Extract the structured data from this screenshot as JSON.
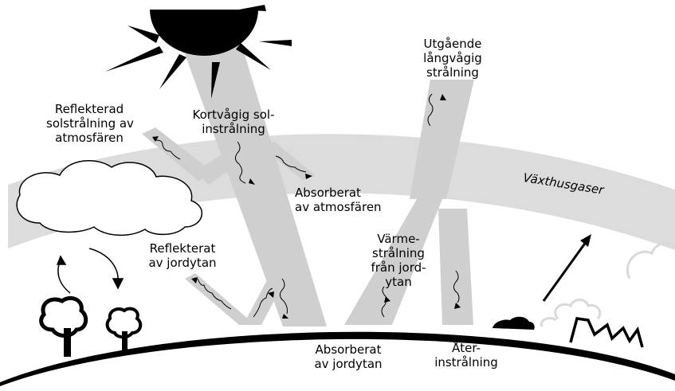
{
  "labels": {
    "reflected_atmosphere": [
      "Reflekterad",
      "solstrålning av",
      "atmosfären"
    ],
    "shortwave_in": [
      "Kortvågig sol-",
      "instrålning"
    ],
    "outgoing_longwave": [
      "Utgående",
      "långvågig",
      "strålning"
    ],
    "absorbed_atmosphere": [
      "Absorberat",
      "av atmosfären"
    ],
    "greenhouse_gases": "Växthusgaser",
    "reflected_ground": [
      "Reflekterat",
      "av jordytan"
    ],
    "heat_from_ground": [
      "Värme-",
      "strålning",
      "från jord-",
      "ytan"
    ],
    "absorbed_ground": [
      "Absorberat",
      "av jordytan"
    ],
    "back_radiation": [
      "Åter-",
      "instrålning"
    ]
  },
  "colors": {
    "beam": "#cfcfcf",
    "band": "#dcdcdc",
    "ink": "#000000",
    "ghost": "#d9d9d9"
  },
  "icons": [
    "sun-icon",
    "cloud-icon",
    "water-cycle-icon",
    "tree-icon",
    "car-icon",
    "factory-icon",
    "smoke-icon",
    "rising-arrow-icon"
  ]
}
